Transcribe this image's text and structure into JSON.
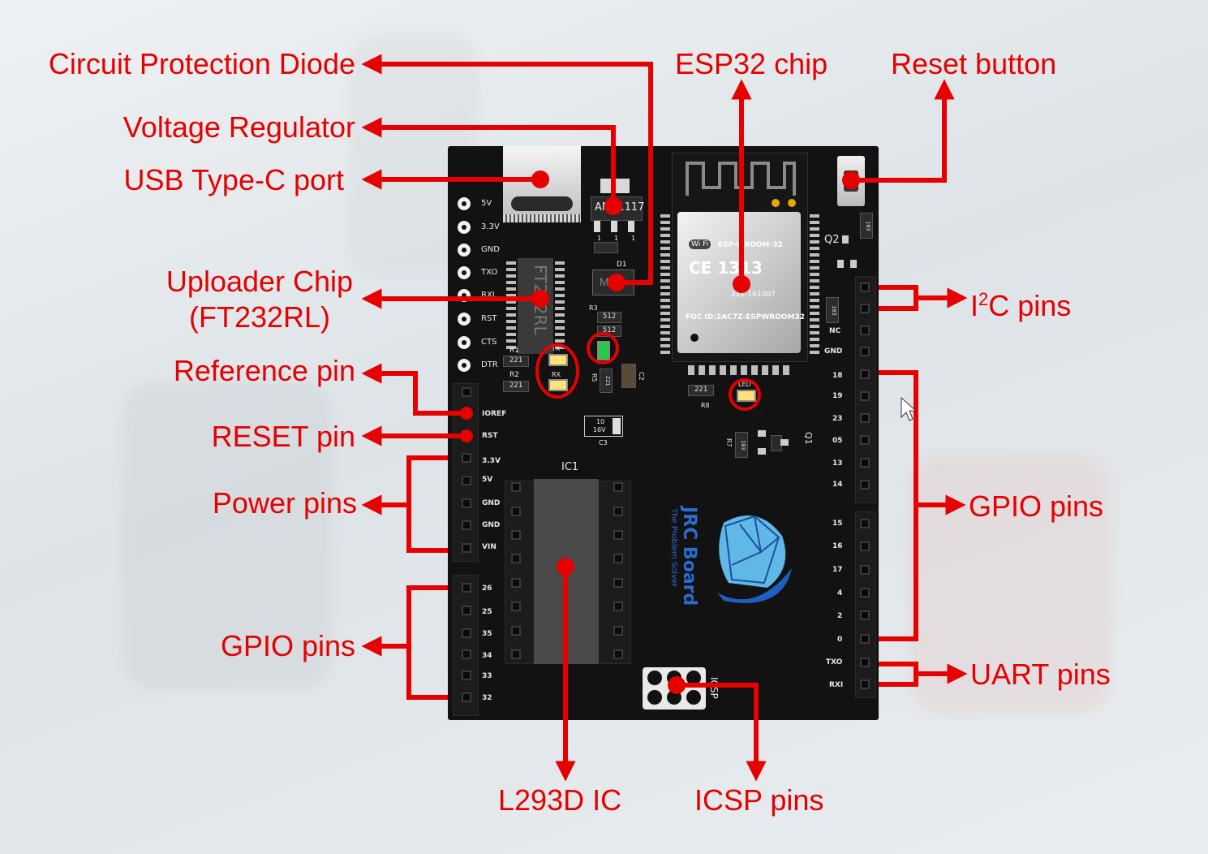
{
  "labels": {
    "circuit_protection_diode": "Circuit Protection Diode",
    "voltage_regulator": "Voltage Regulator",
    "usb_type_c_port": "USB Type-C port",
    "uploader_chip_line1": "Uploader Chip",
    "uploader_chip_line2": "(FT232RL)",
    "reference_pin": "Reference pin",
    "reset_pin": "RESET pin",
    "power_pins": "Power pins",
    "gpio_pins_left": "GPIO pins",
    "esp32_chip": "ESP32 chip",
    "reset_button": "Reset button",
    "i2c_prefix": "I",
    "i2c_sup": "2",
    "i2c_suffix": "C pins",
    "gpio_pins_right": "GPIO pins",
    "uart_pins": "UART pins",
    "l293d_ic": "L293D IC",
    "icsp_pins": "ICSP pins"
  },
  "board": {
    "top_left_pins": [
      "5V",
      "3.3V",
      "GND",
      "TXO",
      "RXI",
      "RST",
      "CTS",
      "DTR"
    ],
    "left_power_pins": [
      "IOREF",
      "RST",
      "3.3V",
      "5V",
      "GND",
      "GND",
      "VIN"
    ],
    "left_gpio_pins": [
      "26",
      "25",
      "35",
      "34",
      "33",
      "32"
    ],
    "right_top_pins": [
      "NC",
      "GND"
    ],
    "right_gpio_upper": [
      "18",
      "19",
      "23",
      "05",
      "13",
      "14"
    ],
    "right_gpio_lower": [
      "15",
      "16",
      "17",
      "4",
      "2",
      "0"
    ],
    "right_uart_pins": [
      "TXO",
      "RXI"
    ],
    "regulator_text": "AMS1117",
    "uploader_text": "FT232RL",
    "esp_module_wifi": "Wi Fi",
    "esp_module_name": "ESP-WROOM-32",
    "esp_module_ce": "CE 1313",
    "esp_module_reg": "211-161007",
    "esp_module_fcc": "FOC ID:2AC7Z-ESPWROOM32",
    "ic1_label": "IC1",
    "icsp_label": "ICSP",
    "brand_name": "JRC Board",
    "brand_tag": "The Problem Solver",
    "diode_label": "D1",
    "q1_label": "Q1",
    "q2_label": "Q2",
    "c3_label": "C3",
    "c3_value_line1": "10",
    "c3_value_line2": "16V",
    "tx_label": "TX",
    "rx_label": "RX",
    "led_label": "LED",
    "r1_label": "R1",
    "r2_label": "R2",
    "r3_label": "R3",
    "r5_label": "R5",
    "r7_label": "R7",
    "r8_label": "R8",
    "c2_label": "C2",
    "res_221": "221",
    "res_512": "512",
    "res_103": "103",
    "reg_pin_1": "1"
  },
  "colors": {
    "annotation": "#e60000",
    "board": "#121212",
    "silkscreen": "#e8e8e8",
    "led_green": "#22cc44",
    "led_amber": "#ffe27a",
    "brand_blue": "#1e5fc2"
  }
}
